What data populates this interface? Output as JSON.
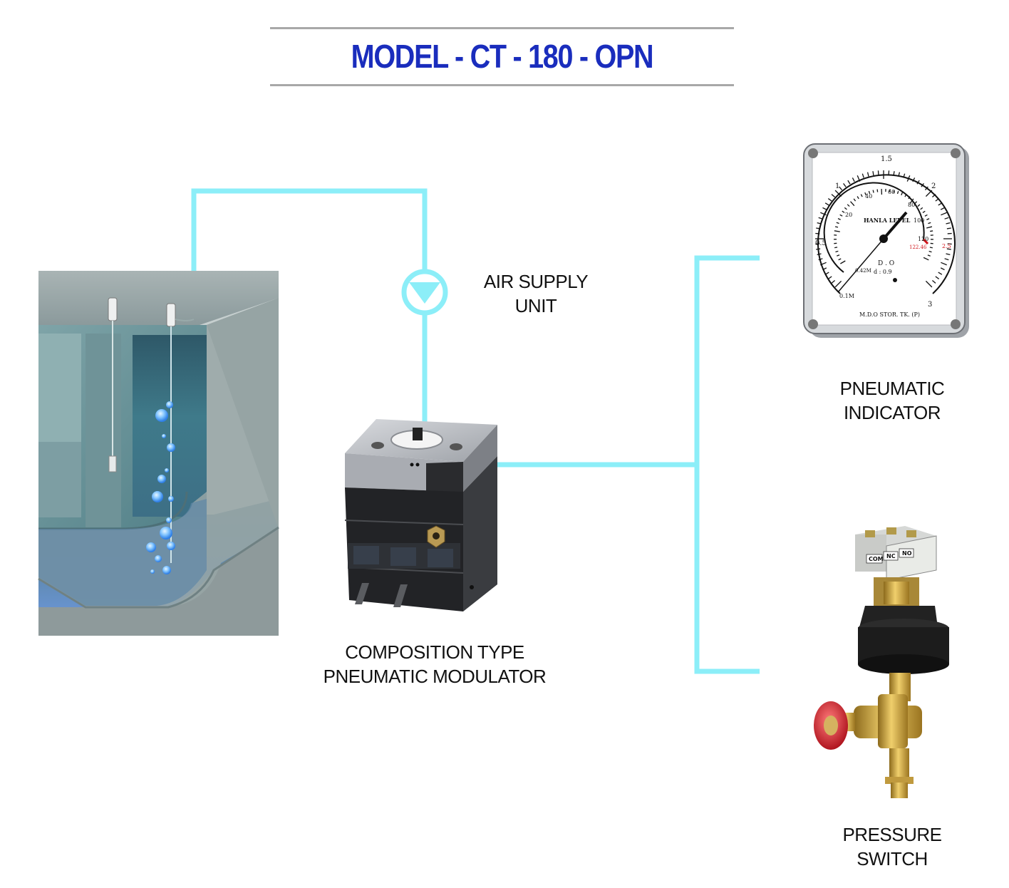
{
  "title": "MODEL - CT - 180 - OPN",
  "labels": {
    "air_supply": [
      "AIR SUPPLY",
      "UNIT"
    ],
    "modulator": [
      "COMPOSITION TYPE",
      "PNEUMATIC MODULATOR"
    ],
    "indicator": [
      "PNEUMATIC",
      "INDICATOR"
    ],
    "pressure_switch": [
      "PRESSURE",
      "SWITCH"
    ]
  },
  "gauge": {
    "outer_ticks": [
      "0.1M",
      "0.5",
      "1",
      "1.5",
      "2",
      "2.5",
      "3"
    ],
    "inner_ticks": [
      "20",
      "40",
      "60",
      "80",
      "100",
      "120"
    ],
    "brand": "HANLA LEVEL",
    "mark_value": "122.46",
    "fluid": "D . O",
    "density": "d : 0.9",
    "level_note": "0.42M",
    "tank": "M.D.O STOR. TK. (P)"
  },
  "switch_terminals": [
    "COM",
    "NC",
    "NO"
  ],
  "colors": {
    "title": "#1a2dbd",
    "pipe": "#8ceef8",
    "rule": "#a8a8a8"
  }
}
